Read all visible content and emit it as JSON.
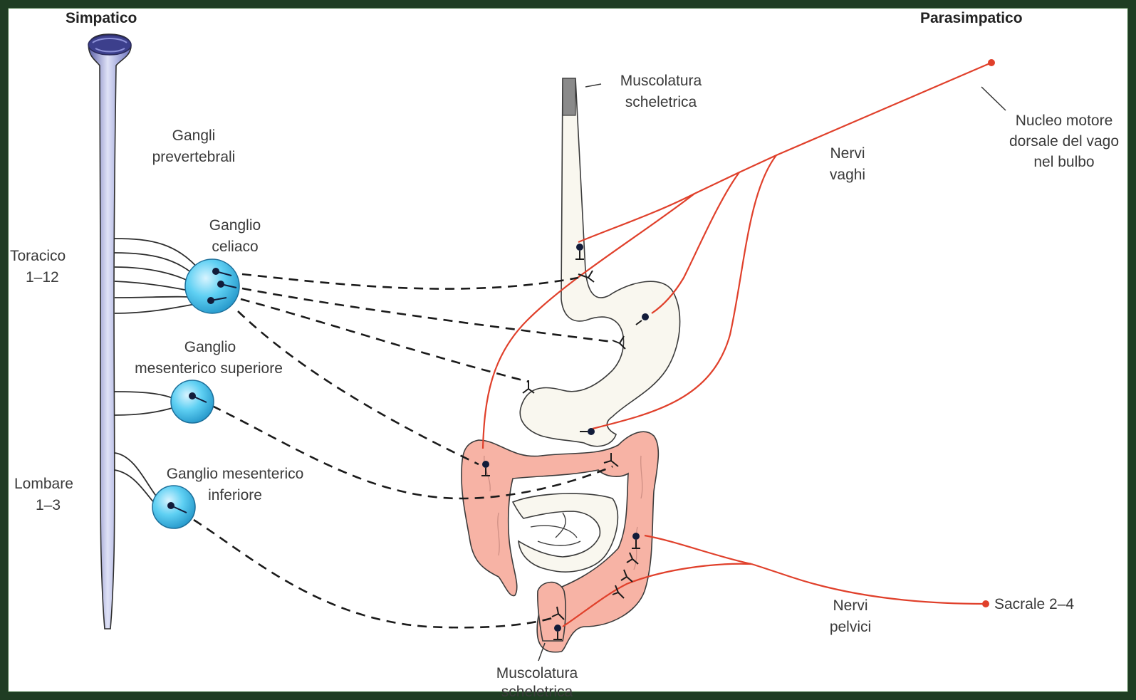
{
  "headers": {
    "sympathetic": "Simpatico",
    "parasympathetic": "Parasimpatico"
  },
  "labels": {
    "prevertebral_ganglia": [
      "Gangli",
      "prevertebrali"
    ],
    "thoracic": [
      "Toracico",
      "1–12"
    ],
    "lumbar": [
      "Lombare",
      "1–3"
    ],
    "celiac_ganglion": [
      "Ganglio",
      "celiaco"
    ],
    "superior_mesenteric_ganglion": [
      "Ganglio",
      "mesenterico superiore"
    ],
    "inferior_mesenteric_ganglion": [
      "Ganglio mesenterico",
      "inferiore"
    ],
    "skeletal_muscle_top": [
      "Muscolatura",
      "scheletrica"
    ],
    "skeletal_muscle_bottom": [
      "Muscolatura",
      "scheletrica"
    ],
    "vagus_nerves": [
      "Nervi",
      "vaghi"
    ],
    "dorsal_motor_nucleus": [
      "Nucleo motore",
      "dorsale del vago",
      "nel bulbo"
    ],
    "pelvic_nerves": [
      "Nervi",
      "pelvici"
    ],
    "sacral": "Sacrale 2–4"
  },
  "colors": {
    "frame": "#1f3d23",
    "parasympathetic_fibers": "#e0402b",
    "sympathetic_fibers": "#1b1b1b",
    "ganglion": "#3fc0ec",
    "spinal_cord": "#8f97d8",
    "colon": "#f7b3a5",
    "stomach_and_small_intestine": "#f9f7ef"
  }
}
